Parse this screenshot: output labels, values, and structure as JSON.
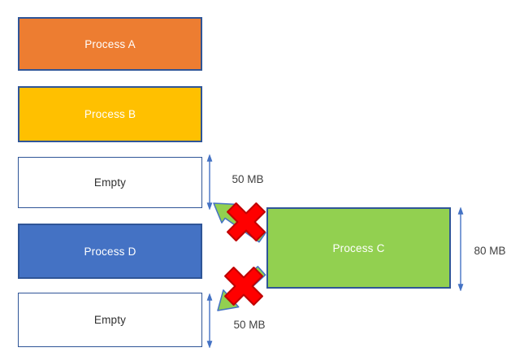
{
  "diagram": {
    "description": "memory-fragmentation",
    "memory_blocks": [
      {
        "id": "process-a",
        "label": "Process A",
        "fill": "#ED7D31",
        "text_color": "#FFFFFF"
      },
      {
        "id": "process-b",
        "label": "Process B",
        "fill": "#FFC000",
        "text_color": "#FFFFFF"
      },
      {
        "id": "empty-1",
        "label": "Empty",
        "fill": "#FFFFFF",
        "text_color": "#303030"
      },
      {
        "id": "process-d",
        "label": "Process D",
        "fill": "#4472C4",
        "text_color": "#FFFFFF"
      },
      {
        "id": "empty-2",
        "label": "Empty",
        "fill": "#FFFFFF",
        "text_color": "#303030"
      }
    ],
    "floating_block": {
      "id": "process-c",
      "label": "Process C",
      "fill": "#92D050",
      "text_color": "#FFFFFF"
    },
    "measurements": [
      {
        "target": "empty-1",
        "label": "50 MB"
      },
      {
        "target": "empty-2",
        "label": "50 MB"
      },
      {
        "target": "process-c",
        "label": "80 MB"
      }
    ],
    "arrows": [
      {
        "name": "move-c-to-empty-1",
        "blocked": true
      },
      {
        "name": "move-c-to-empty-2",
        "blocked": true
      }
    ],
    "colors": {
      "block_border": "#2F5597",
      "measure_arrow": "#4472C4",
      "arrow_fill": "#92D050",
      "arrow_outline": "#4472C4",
      "cross_fill": "#FF0000",
      "cross_outline": "#C00000",
      "measure_text": "#3F3F3F"
    }
  }
}
